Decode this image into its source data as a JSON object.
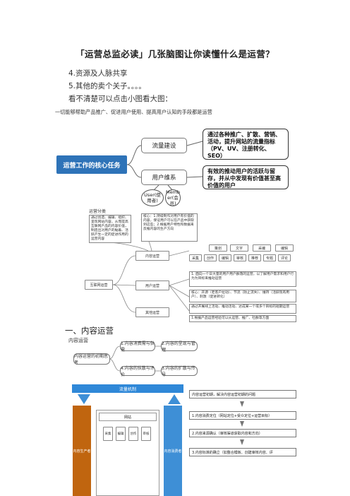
{
  "header": {
    "title": "「运营总监必读」几张脑图让你读懂什么是运营？"
  },
  "intro": {
    "line1": "4.资源及人脉共享",
    "line2": "5.其他的卖个关子。。。。",
    "line3": "看不清楚可以点击小图看大图：",
    "caption": "一切能够帮助产品推广、促进用户使用、提高用户认知的手段都是运营"
  },
  "mindmap1": {
    "core": "运营工作的核心任务",
    "node_traffic": "流量建设",
    "node_user": "用户维系",
    "desc_traffic": "通过各种推广、扩散、营销、活动，提升网站的流量指标（PV、UV、注册转化、SEO）",
    "desc_user": "有效的推动用户的活跃与留存，并从中发现有价值甚至高价值的用户",
    "circle1": "User(使用者)",
    "circle2": "Memb er(会员)"
  },
  "mindmap2": {
    "label": "运营分类",
    "root": "互联网运营",
    "content": "内容运营",
    "user": "用户运营",
    "other": "其他运营",
    "desc_a": "通过创造、编辑、组织、呈现网站内容，从而提高互联网产品的内容价值，制造出对用户的黏着、活跃产生一定的促进作用的运营内容",
    "desc_b": "核心：1.持续制作对用户有价值的内容，保证用户可以在产品中获取到这些；2.根据用户特性和数据来反推内容的生产方向",
    "desc_c": "1. 面向一个日大量的用户用户群落的运营，以了解用户需求和用户行为为目标来推动运营",
    "desc_d": "核心：开源（老客户拉动）、节流（防止流失）、维持（活跃现有用户）、刺激（促进转化）",
    "desc_e": "通过开展线上活动、推动活动、达成某一个或多个目标的短期运营",
    "desc_f": "1.根据产品运营经验可以从运营、推广、社群等方面",
    "tags_row1": [
      "策划",
      "文字",
      "采编",
      "编辑"
    ],
    "tags_row2": [
      "采集",
      "创作",
      "编辑",
      "审核",
      "推荐",
      "专题",
      "评论"
    ]
  },
  "section": {
    "heading": "一、内容运营",
    "sublabel": "内容运营"
  },
  "mindmap3": {
    "left": "内容运营的初期思考",
    "b1": "1.内容消费需与供需",
    "b2": "2.内容的呈现与管理",
    "b3": "4.内容的扶散与评价",
    "b4": "3.内容的扩散与传导"
  },
  "diagram4": {
    "top_bar": "流量机制",
    "center": "网站",
    "left_label": "内容生产者",
    "right_label": "内容消费者",
    "cells": [
      "采集",
      "编辑",
      "创作",
      "审核"
    ],
    "flow_title": "内容运营初期，解决内容运营初期的问题",
    "step1": "1.内容消费定位（网站定位+受众定位+运营目标）",
    "step2": "2.内容来源确认（审核渠道获取内容和方向）",
    "step3": "3.内容标准的确立（如整合模板、创建审核内容、评"
  },
  "colors": {
    "core_blue": "#2e73b8",
    "producer_orange": "#c0650f",
    "consumer_blue": "#3e8fd6",
    "bar_blue": "#2f88d8"
  }
}
